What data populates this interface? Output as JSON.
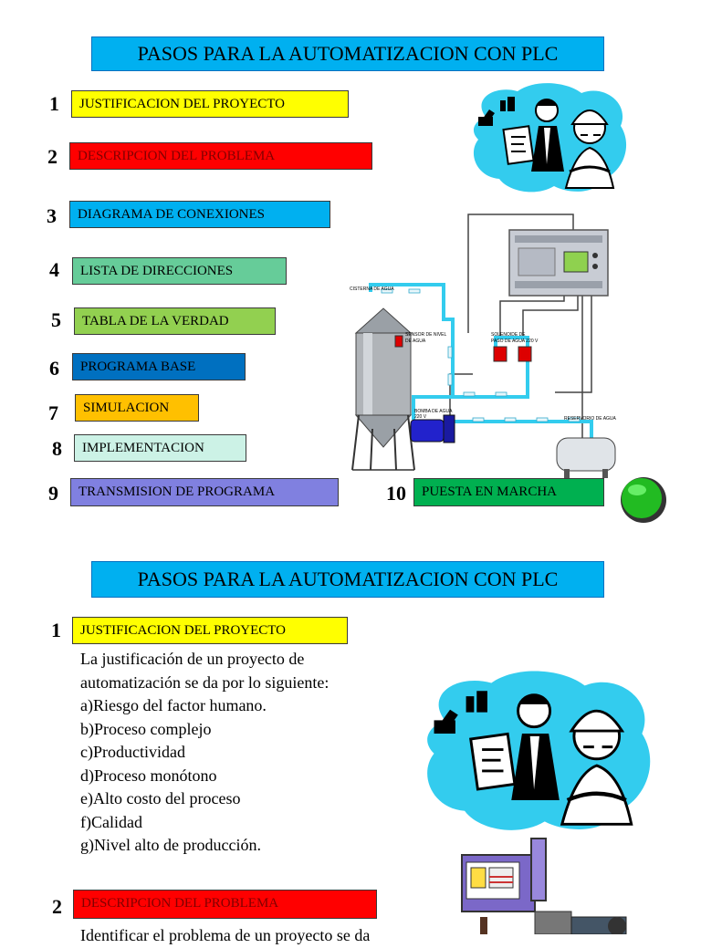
{
  "slide1": {
    "title": "PASOS PARA LA AUTOMATIZACION CON PLC",
    "steps": [
      {
        "number": "1",
        "label": "JUSTIFICACION DEL PROYECTO",
        "color": "#ffff00"
      },
      {
        "number": "2",
        "label": "DESCRIPCION DEL PROBLEMA",
        "color": "#ff0000"
      },
      {
        "number": "3",
        "label": "DIAGRAMA DE CONEXIONES",
        "color": "#00b0f0"
      },
      {
        "number": "4",
        "label": "LISTA DE DIRECCIONES",
        "color": "#66cc99"
      },
      {
        "number": "5",
        "label": "TABLA DE LA VERDAD",
        "color": "#92d050"
      },
      {
        "number": "6",
        "label": "PROGRAMA  BASE",
        "color": "#0070c0"
      },
      {
        "number": "7",
        "label": "SIMULACION",
        "color": "#ffc000"
      },
      {
        "number": "8",
        "label": "IMPLEMENTACION",
        "color": "#ccf2e6"
      },
      {
        "number": "9",
        "label": "TRANSMISION DE PROGRAMA",
        "color": "#8080e0"
      },
      {
        "number": "10",
        "label": "PUESTA EN MARCHA",
        "color": "#00b050"
      }
    ],
    "diagram": {
      "cistern_label": "CISTERNA DE AGUA",
      "level_sensor_label_1": "SENSOR DE NIVEL",
      "level_sensor_label_2": "DE AGUA",
      "solenoid_label_1": "SOLENOIDE DE",
      "solenoid_label_2": "PASO DE AGUA 220 V",
      "pump_label_1": "BOMBA DE AGUA",
      "pump_label_2": "220 V",
      "reservoir_label": "RESERVORIO DE AGUA"
    }
  },
  "slide2": {
    "title": "PASOS PARA LA AUTOMATIZACION CON PLC",
    "step1": {
      "number": "1",
      "label": "JUSTIFICACION DEL PROYECTO",
      "color": "#ffff00"
    },
    "paragraph_lines": [
      "La justificación de un proyecto de",
      "automatización se da por lo siguiente:",
      "a)Riesgo del factor humano.",
      "b)Proceso complejo",
      "c)Productividad",
      "d)Proceso monótono",
      "e)Alto costo del proceso",
      "f)Calidad",
      "g)Nivel alto de producción."
    ],
    "step2": {
      "number": "2",
      "label": "DESCRIPCION DEL PROBLEMA",
      "color": "#ff0000"
    },
    "cutoff_text": "Identificar el problema de un proyecto se da"
  }
}
